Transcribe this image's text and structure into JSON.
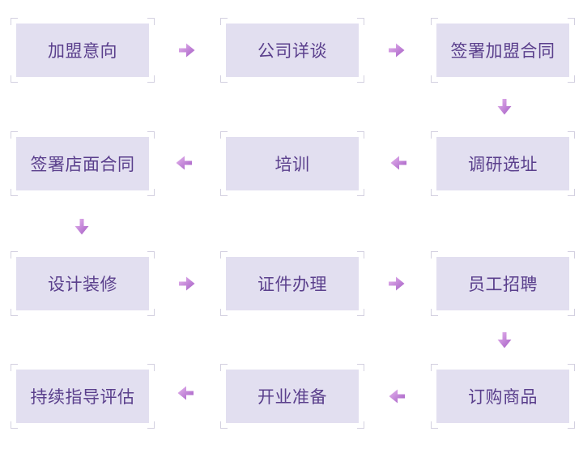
{
  "steps": [
    "加盟意向",
    "公司详谈",
    "签署加盟合同",
    "调研选址",
    "培训",
    "签署店面合同",
    "设计装修",
    "证件办理",
    "员工招聘",
    "订购商品",
    "开业准备",
    "持续指导评估"
  ],
  "colors": {
    "box": "#e2dff0",
    "text": "#5a3f8c",
    "arrow": "#c283d6",
    "corner": "#d3d0e0"
  },
  "arrow_icons": [
    "arrow-right-icon",
    "arrow-left-icon",
    "arrow-down-icon"
  ]
}
